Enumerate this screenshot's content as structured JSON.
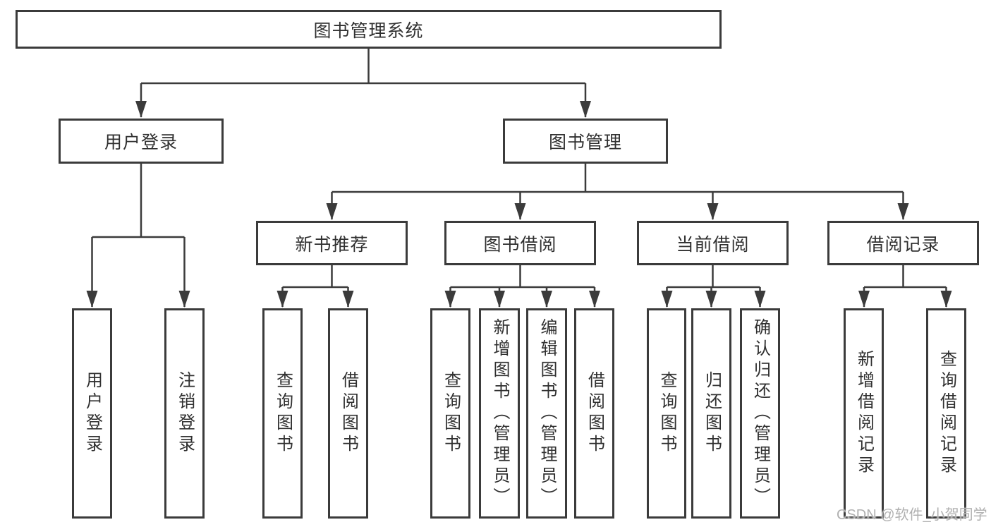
{
  "diagram": {
    "title_node": "图书管理系统",
    "nodes": {
      "root": "图书管理系统",
      "userLogin": "用户登录",
      "bookManagement": "图书管理",
      "newBookRecommend": "新书推荐",
      "bookBorrowing": "图书借阅",
      "currentBorrowing": "当前借阅",
      "borrowingRecords": "借阅记录",
      "leafUserLogin": "用户登录",
      "leafLogout": "注销登录",
      "leafQueryBooksRecommend": "查询图书",
      "leafBorrowBooksRecommend": "借阅图书",
      "leafQueryBooksBorrow": "查询图书",
      "leafAddBooksAdmin": "新增图书（管理员）",
      "leafEditBooksAdmin": "编辑图书（管理员）",
      "leafBorrowBooks": "借阅图书",
      "leafQueryBooksCurrent": "查询图书",
      "leafReturnBooks": "归还图书",
      "leafConfirmReturnAdmin": "确认归还（管理员）",
      "leafAddBorrowRecord": "新增借阅记录",
      "leafQueryBorrowRecord": "查询借阅记录"
    },
    "hierarchy": {
      "root": "图书管理系统",
      "children": [
        {
          "label": "用户登录",
          "children": [
            "用户登录",
            "注销登录"
          ]
        },
        {
          "label": "图书管理",
          "children": [
            {
              "label": "新书推荐",
              "children": [
                "查询图书",
                "借阅图书"
              ]
            },
            {
              "label": "图书借阅",
              "children": [
                "查询图书",
                "新增图书（管理员）",
                "编辑图书（管理员）",
                "借阅图书"
              ]
            },
            {
              "label": "当前借阅",
              "children": [
                "查询图书",
                "归还图书",
                "确认归还（管理员）"
              ]
            },
            {
              "label": "借阅记录",
              "children": [
                "新增借阅记录",
                "查询借阅记录"
              ]
            }
          ]
        }
      ]
    }
  },
  "watermark": {
    "text": "CSDN @软件_小贺同学"
  },
  "colors": {
    "background": "#ffffff",
    "line": "#3b3b3b",
    "text": "#303030",
    "watermark": "#b0b0b0"
  }
}
